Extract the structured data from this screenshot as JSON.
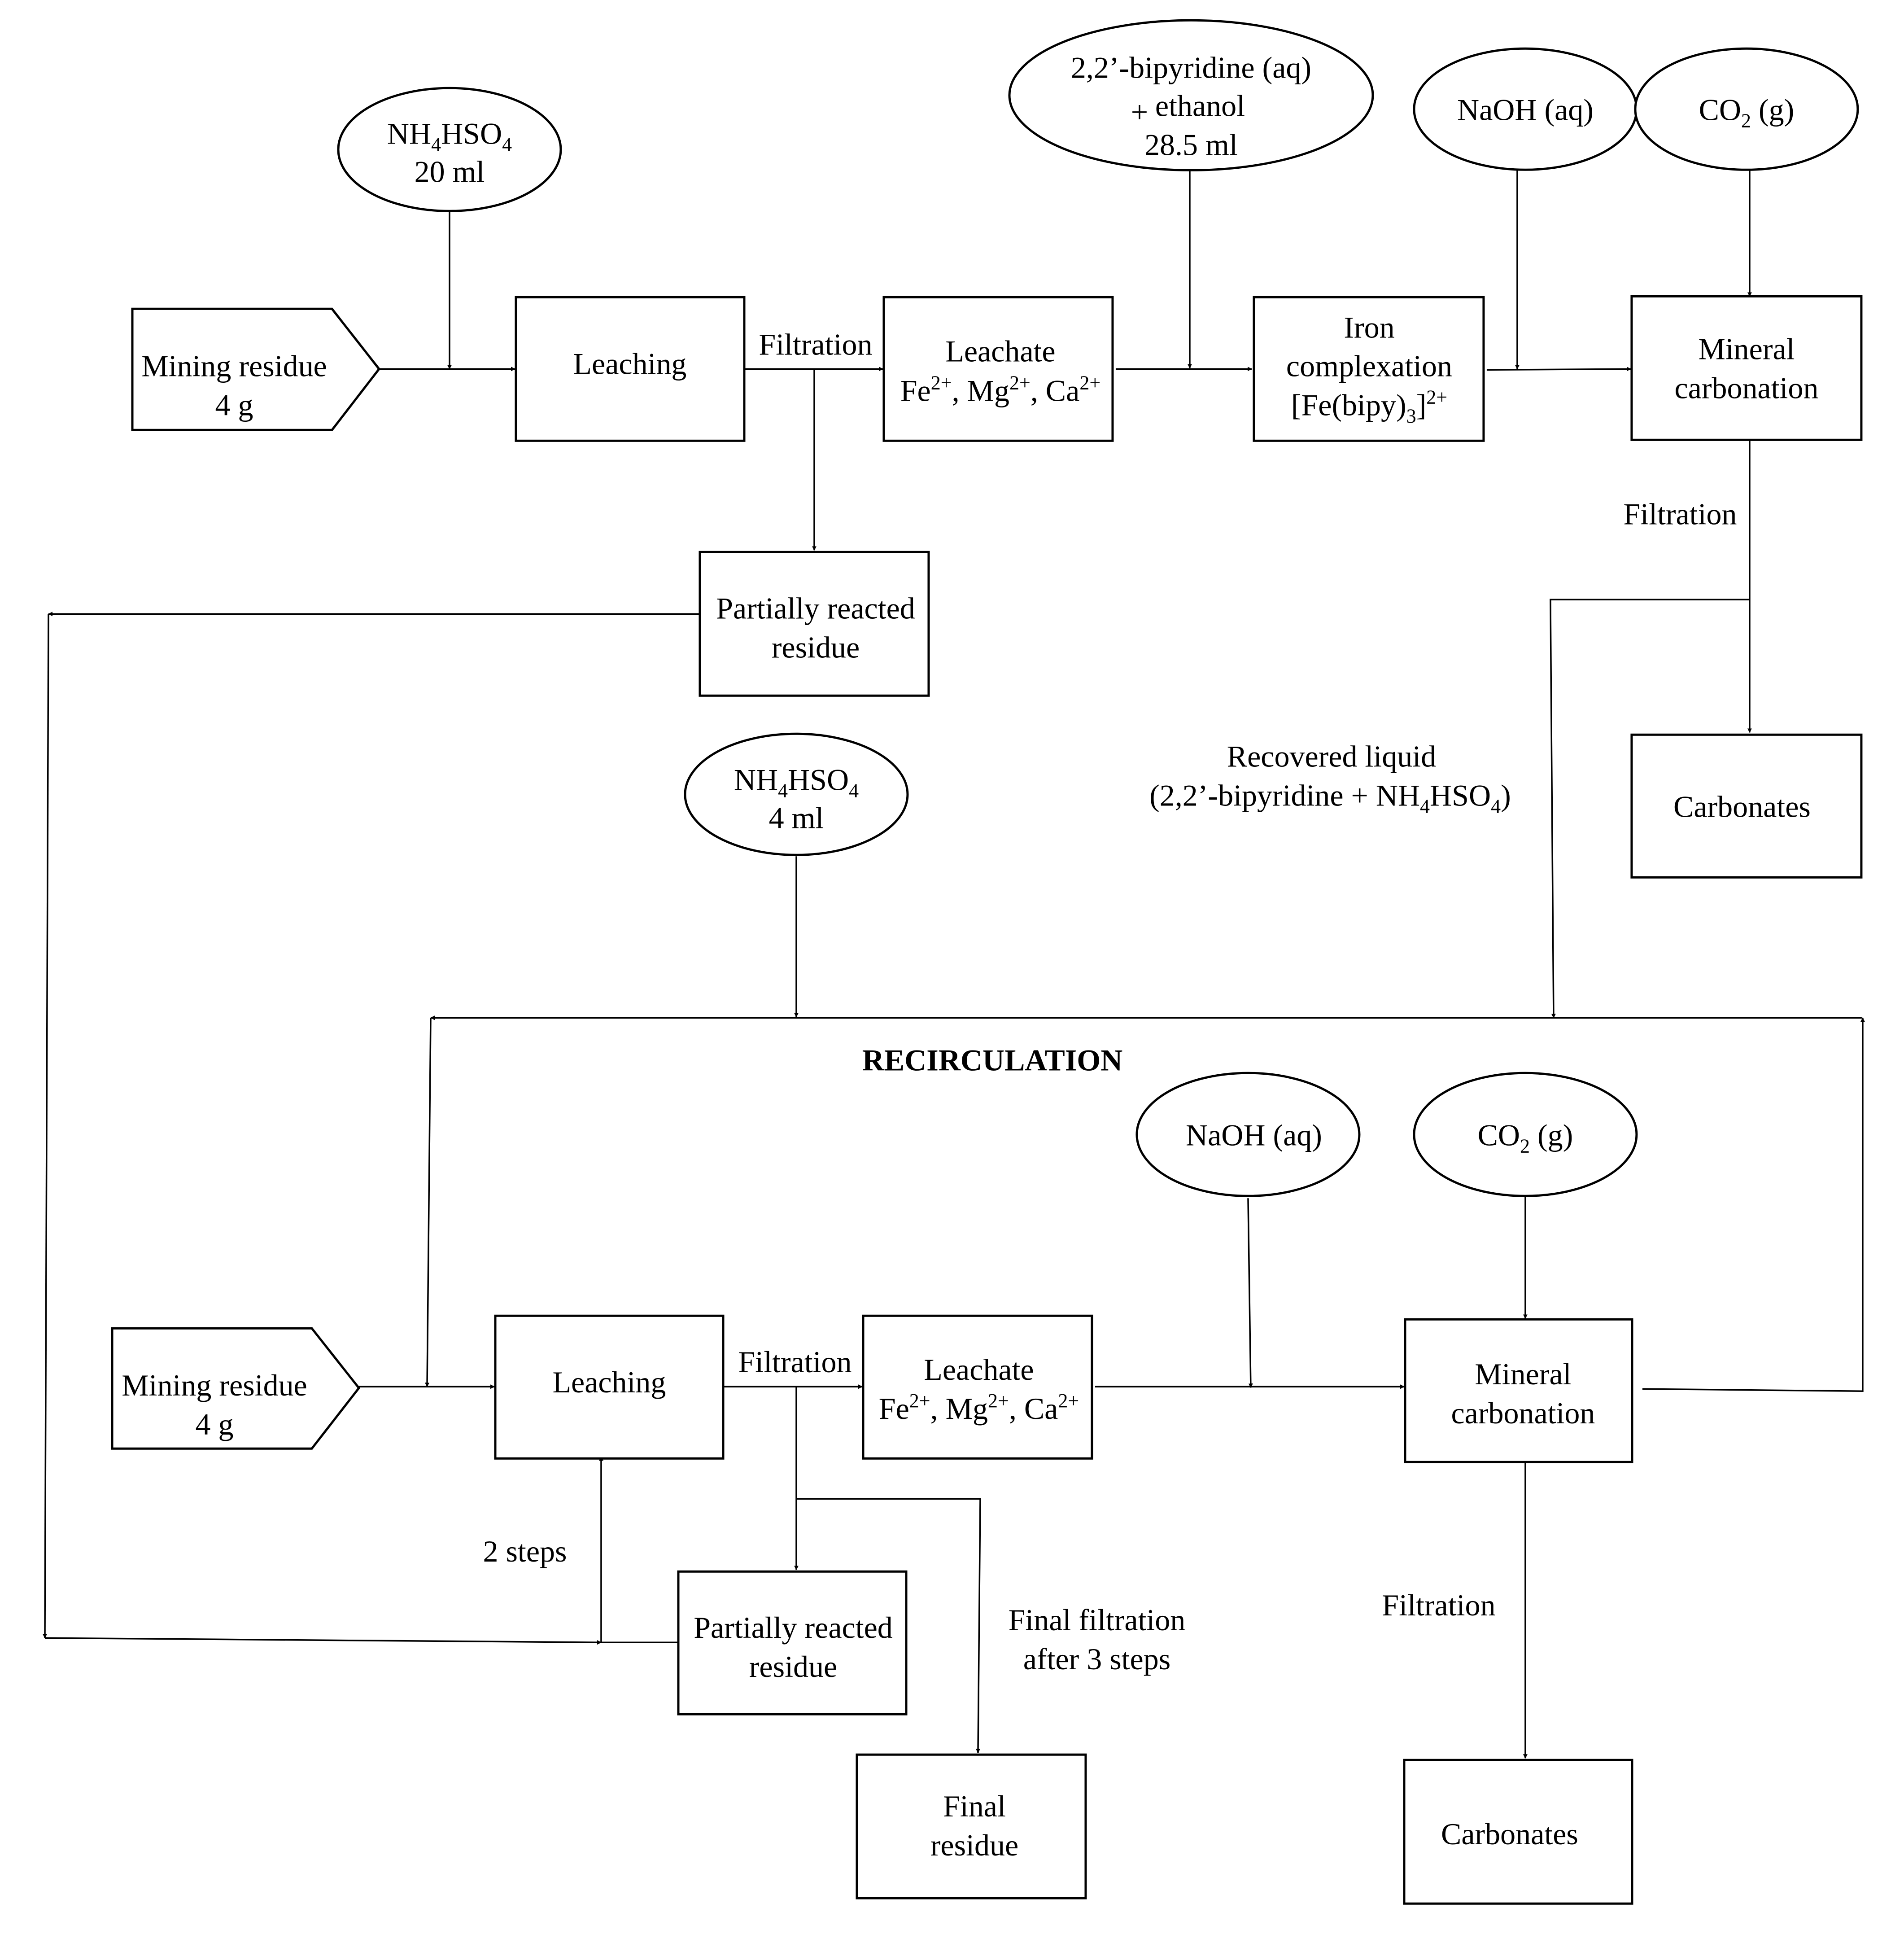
{
  "diagram": {
    "top": {
      "nh4hso4": {
        "formula": "NH4HSO4",
        "amount": "20 ml"
      },
      "mining_residue": {
        "label": "Mining residue",
        "amount": "4 g"
      },
      "leaching": "Leaching",
      "filtration": "Filtration",
      "leachate": {
        "title": "Leachate",
        "ions": "Fe2+, Mg2+, Ca2+"
      },
      "bipyridine": {
        "line1": "2,2’-bipyridine (aq)",
        "plus": "+",
        "line2": "ethanol",
        "line3": "28.5 ml"
      },
      "iron_complexation": {
        "line1": "Iron",
        "line2": "complexation",
        "formula": "[Fe(bipy)3]2+"
      },
      "naoh": "NaOH (aq)",
      "co2": "CO2 (g)",
      "mineral_carbonation": {
        "line1": "Mineral",
        "line2": "carbonation"
      },
      "filtration_2": "Filtration",
      "carbonates": "Carbonates",
      "partially_reacted": {
        "line1": "Partially reacted",
        "line2": "residue"
      }
    },
    "recovered_liquid": {
      "line1": "Recovered liquid",
      "line2": "(2,2’-bipyridine + NH4HSO4)"
    },
    "nh4hso4_4ml": {
      "formula": "NH4HSO4",
      "amount": "4 ml"
    },
    "recirculation": "RECIRCULATION",
    "bottom": {
      "naoh": "NaOH (aq)",
      "co2": "CO2 (g)",
      "mining_residue": {
        "label": "Mining residue",
        "amount": "4 g"
      },
      "leaching": "Leaching",
      "filtration": "Filtration",
      "leachate": {
        "title": "Leachate",
        "ions": "Fe2+, Mg2+, Ca2+"
      },
      "mineral_carbonation": {
        "line1": "Mineral",
        "line2": "carbonation"
      },
      "two_steps": "2 steps",
      "partially_reacted": {
        "line1": "Partially reacted",
        "line2": "residue"
      },
      "final_filtration": {
        "line1": "Final filtration",
        "line2": "after 3 steps"
      },
      "filtration_2": "Filtration",
      "final_residue": {
        "line1": "Final",
        "line2": "residue"
      },
      "carbonates": "Carbonates"
    }
  }
}
